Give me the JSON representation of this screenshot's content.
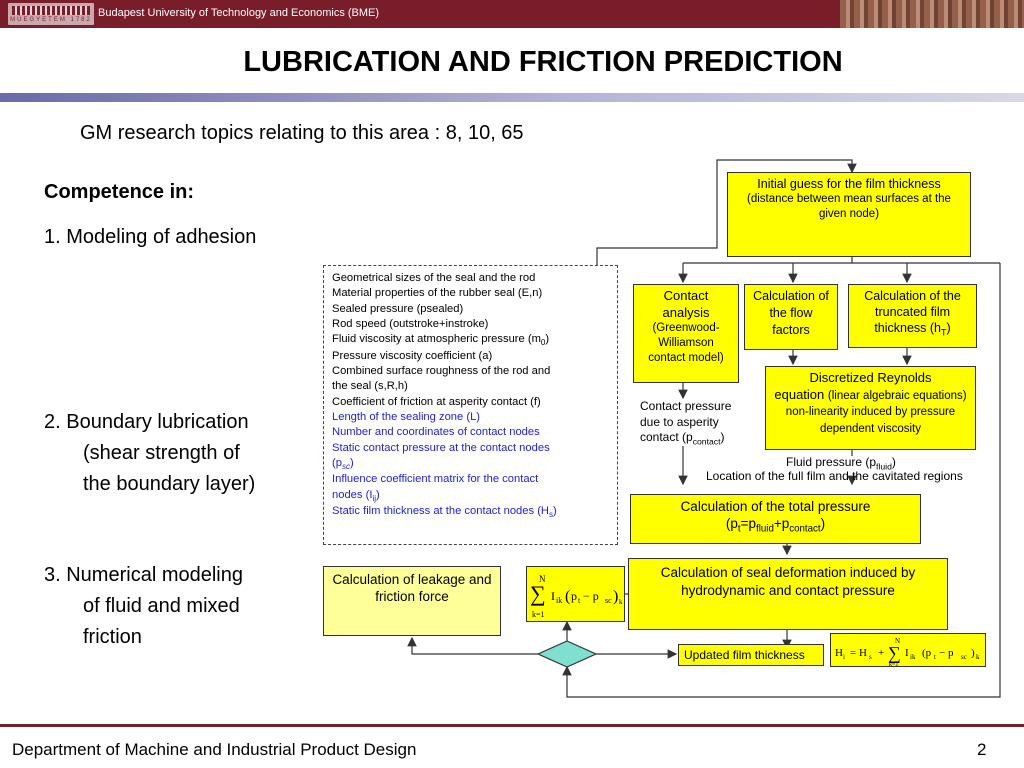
{
  "header": {
    "logo_text": "MŰEGYETEM 1782",
    "university": "Budapest University of Technology and Economics (BME)"
  },
  "title": "LUBRICATION AND FRICTION PREDICTION",
  "gm_topics": "GM research topics relating to this area : 8, 10, 65",
  "competence": {
    "heading": "Competence in:",
    "item1": "1. Modeling of adhesion",
    "item2_line1": "2. Boundary lubrication",
    "item2_line2": "(shear strength of",
    "item2_line3": "the boundary layer)",
    "item3_line1": "3. Numerical modeling",
    "item3_line2": "of fluid and mixed",
    "item3_line3": "friction"
  },
  "flowchart": {
    "initial_guess": {
      "line1": "Initial guess for the film thickness",
      "line2": "(distance between mean surfaces at the given node)"
    },
    "params": {
      "black": [
        "Geometrical sizes of the seal and the rod",
        "Material properties of the rubber seal (E,n)",
        "Sealed pressure (psealed)",
        "Rod speed (outstroke+instroke)"
      ],
      "fluid_viscosity": "Fluid viscosity at atmospheric pressure (m",
      "fluid_viscosity_sub": "0",
      "black2": [
        "Pressure viscosity coefficient (a)",
        "Combined surface roughness of the rod and",
        "the seal (s,R,h)",
        "Coefficient of friction at asperity contact (f)"
      ],
      "blue": [
        "Length of the sealing zone (L)",
        "Number and coordinates of contact nodes",
        "Static contact pressure at the contact nodes"
      ],
      "psc_open": "(p",
      "psc_sub": "sc",
      "psc_close": ")",
      "influence": "Influence coefficient matrix for the contact",
      "influence2_open": "nodes (I",
      "influence2_sub": "ij",
      "influence2_close": ")",
      "static_film": "Static film thickness at the contact nodes (H",
      "static_film_sub": "s",
      "static_film_close": ")"
    },
    "contact_analysis": {
      "line1": "Contact",
      "line2": "analysis",
      "line3": "(Greenwood-",
      "line4": "Williamson",
      "line5": "contact model)"
    },
    "flow_factors": "Calculation of the flow factors",
    "truncated": {
      "text": "Calculation of the truncated film thickness (h",
      "sub": "T",
      "close": ")"
    },
    "reynolds": {
      "line1": "Discretized Reynolds",
      "line2": "equation",
      "line2_small": "(linear algebraic equations) non-linearity induced by pressure dependent viscosity"
    },
    "contact_pressure": {
      "line1": "Contact pressure",
      "line2": "due to asperity",
      "line3": "contact (p",
      "sub": "contact",
      "close": ")"
    },
    "fluid_pressure": {
      "text": "Fluid pressure (p",
      "sub": "fluid",
      "close": ")",
      "location": "Location of the full film and the cavitated regions"
    },
    "total_pressure": {
      "line1": "Calculation of the total pressure",
      "p": "(p",
      "t": "t",
      "eq": "=p",
      "fluid": "fluid",
      "plus": "+p",
      "contact": "contact",
      "close": ")"
    },
    "leakage": "Calculation of leakage and friction force",
    "deformation": "Calculation of seal deformation induced by hydrodynamic and contact pressure",
    "updated_film": "Updated film thickness",
    "formula_sum": {
      "N": "N",
      "k1": "k=1",
      "body": "I",
      "ik": "ik",
      "paren": "p",
      "t": "t",
      "minus": "− p",
      "sc": "sc",
      "k": "k"
    },
    "formula_h": {
      "lhs": "H",
      "i": "i",
      "eq": "= H",
      "s": "s",
      "plus": "+",
      "N": "N",
      "k1": "k=1",
      "body": "I",
      "ik": "ik",
      "p": "(p",
      "t": "t",
      "minus": "− p",
      "sc": "sc",
      "close": ")",
      "k": "k"
    }
  },
  "footer": {
    "department": "Department of Machine and Industrial Product Design",
    "page": "2"
  },
  "colors": {
    "header": "#7a1d2b",
    "box_yellow": "#ffff00",
    "box_pale": "#ffff99",
    "diamond": "#7fe0d2",
    "blue_text": "#1f1fd0"
  }
}
